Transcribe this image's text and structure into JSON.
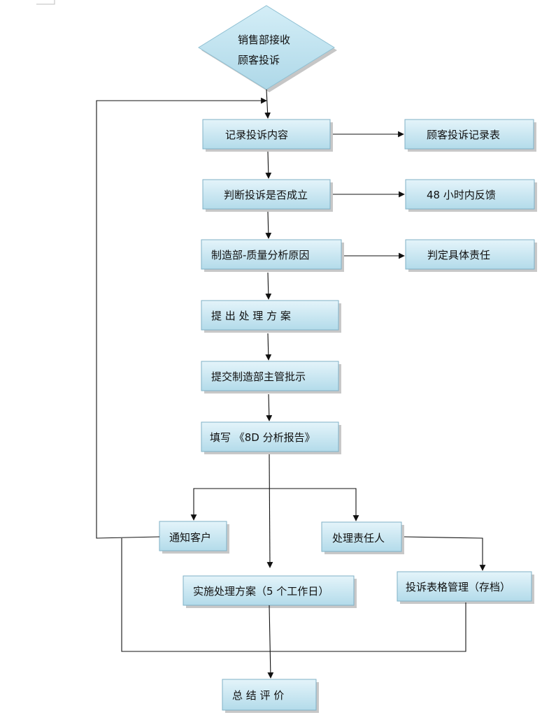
{
  "start": {
    "line1": "销售部接收",
    "line2": "顾客投诉"
  },
  "steps": {
    "record": "记录投诉内容",
    "judge": "判断投诉是否成立",
    "analyze": "制造部-质量分析原因",
    "propose": "提 出 处  理 方 案",
    "submit": "提交制造部主管批示",
    "report": "填写 《8D  分析报告》",
    "notify": "通知客户",
    "responsible": "处理责任人",
    "implement": "实施处理方案（5  个工作日）",
    "archive": "投诉表格管理（存档）",
    "summary": "总  结  评  价"
  },
  "outputs": {
    "record_table": "顾客投诉记录表",
    "feedback": "48  小时内反馈",
    "responsibility": "判定具体责任"
  },
  "colors": {
    "box_top": "#dff1f8",
    "box_bottom": "#b5dcea",
    "box_border": "#7fb0c6",
    "diamond": "#bfe3f0",
    "line": "#111111"
  }
}
